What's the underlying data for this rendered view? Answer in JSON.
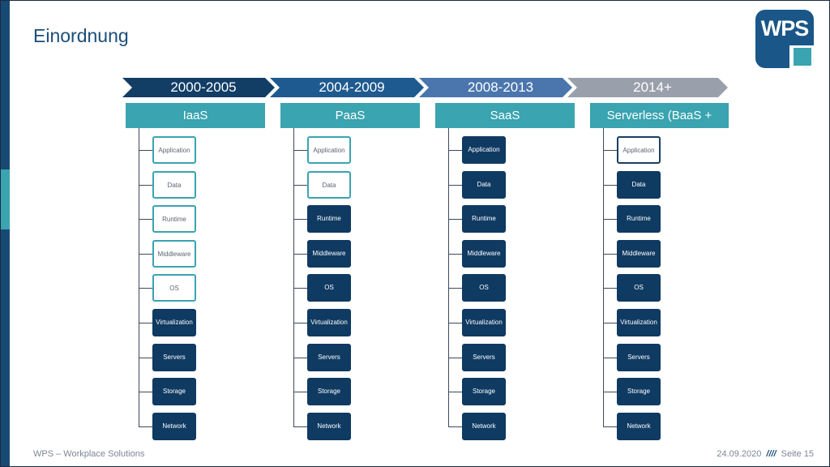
{
  "title": "Einordnung",
  "logo": {
    "text": "WPS"
  },
  "timeline": [
    "2000-2005",
    "2004-2009",
    "2008-2013",
    "2014+"
  ],
  "columns": [
    {
      "header": "IaaS",
      "layers": [
        {
          "label": "Application",
          "state": "outline"
        },
        {
          "label": "Data",
          "state": "outline"
        },
        {
          "label": "Runtime",
          "state": "outline"
        },
        {
          "label": "Middleware",
          "state": "outline"
        },
        {
          "label": "OS",
          "state": "outline"
        },
        {
          "label": "Virtualization",
          "state": "filled"
        },
        {
          "label": "Servers",
          "state": "filled"
        },
        {
          "label": "Storage",
          "state": "filled"
        },
        {
          "label": "Network",
          "state": "filled"
        }
      ]
    },
    {
      "header": "PaaS",
      "layers": [
        {
          "label": "Application",
          "state": "outline"
        },
        {
          "label": "Data",
          "state": "outline"
        },
        {
          "label": "Runtime",
          "state": "filled"
        },
        {
          "label": "Middleware",
          "state": "filled"
        },
        {
          "label": "OS",
          "state": "filled"
        },
        {
          "label": "Virtualization",
          "state": "filled"
        },
        {
          "label": "Servers",
          "state": "filled"
        },
        {
          "label": "Storage",
          "state": "filled"
        },
        {
          "label": "Network",
          "state": "filled"
        }
      ]
    },
    {
      "header": "SaaS",
      "layers": [
        {
          "label": "Application",
          "state": "filled"
        },
        {
          "label": "Data",
          "state": "filled"
        },
        {
          "label": "Runtime",
          "state": "filled"
        },
        {
          "label": "Middleware",
          "state": "filled"
        },
        {
          "label": "OS",
          "state": "filled"
        },
        {
          "label": "Virtualization",
          "state": "filled"
        },
        {
          "label": "Servers",
          "state": "filled"
        },
        {
          "label": "Storage",
          "state": "filled"
        },
        {
          "label": "Network",
          "state": "filled"
        }
      ]
    },
    {
      "header": "Serverless (BaaS + FaaS)",
      "layers": [
        {
          "label": "Application",
          "state": "outline-dark"
        },
        {
          "label": "Data",
          "state": "filled"
        },
        {
          "label": "Runtime",
          "state": "filled"
        },
        {
          "label": "Middleware",
          "state": "filled"
        },
        {
          "label": "OS",
          "state": "filled"
        },
        {
          "label": "Virtualization",
          "state": "filled"
        },
        {
          "label": "Servers",
          "state": "filled"
        },
        {
          "label": "Storage",
          "state": "filled"
        },
        {
          "label": "Network",
          "state": "filled"
        }
      ]
    }
  ],
  "colors": {
    "chevrons": [
      "#123e66",
      "#1e5a8f",
      "#4b76ad",
      "#9aa0ab"
    ],
    "header": "#3aa4b0",
    "filled": "#0f3a62",
    "outline": "#3aa4b0",
    "outline_dark": "#1b3e63"
  },
  "footer": {
    "left": "WPS – Workplace Solutions",
    "date": "24.09.2020",
    "separator": "////",
    "page": "Seite 15"
  }
}
